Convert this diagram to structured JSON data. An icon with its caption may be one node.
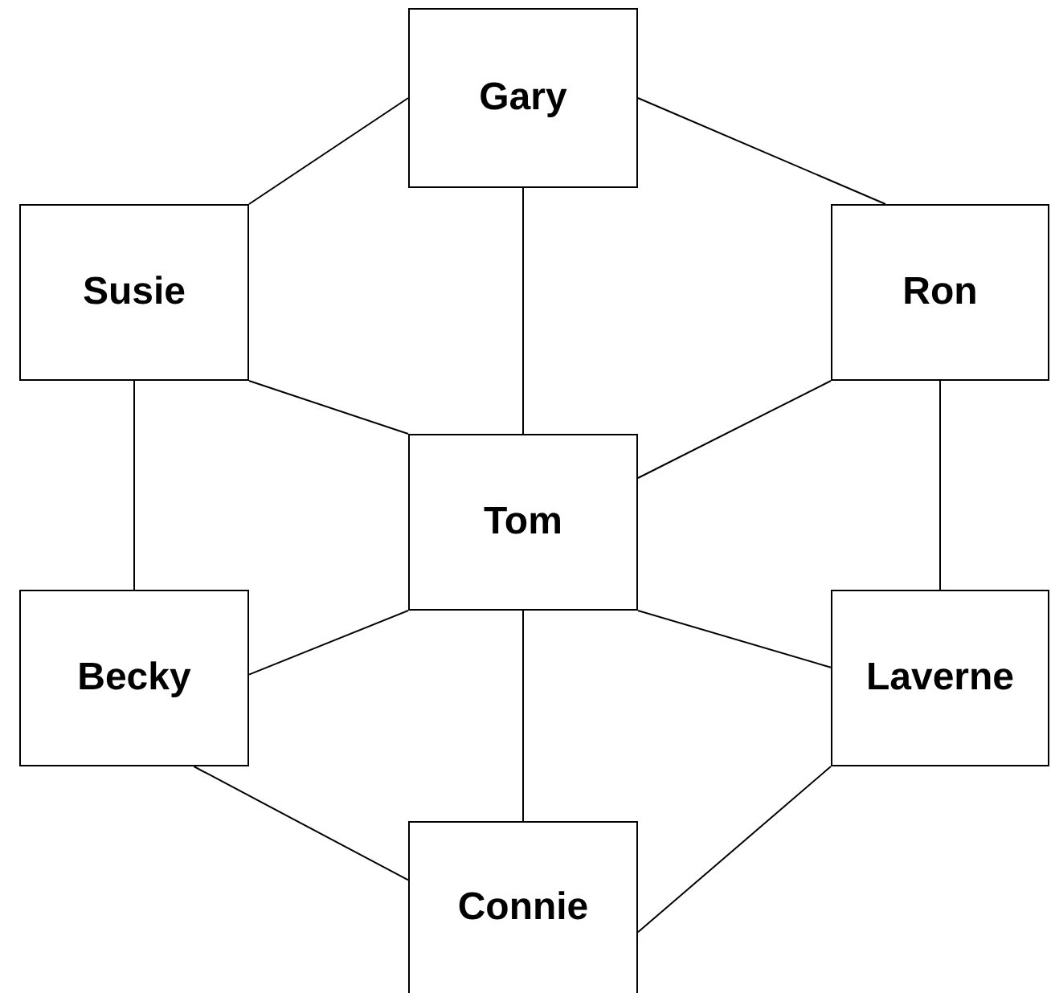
{
  "diagram": {
    "nodes": [
      {
        "text": [
          "Gary"
        ]
      },
      {
        "text": [
          "Susie"
        ]
      },
      {
        "text": [
          "Ron"
        ]
      },
      {
        "text": [
          "Tom"
        ]
      },
      {
        "text": [
          "Becky"
        ]
      },
      {
        "text": [
          "Laverne"
        ]
      },
      {
        "text": [
          "Connie"
        ]
      }
    ],
    "edges": [
      {
        "from": 0,
        "to": 1,
        "arrow": "none"
      },
      {
        "from": 0,
        "to": 2,
        "arrow": "none"
      },
      {
        "from": 0,
        "to": 3,
        "arrow": "none"
      },
      {
        "from": 1,
        "to": 3,
        "arrow": "none"
      },
      {
        "from": 2,
        "to": 3,
        "arrow": "none"
      },
      {
        "from": 1,
        "to": 4,
        "arrow": "none"
      },
      {
        "from": 2,
        "to": 5,
        "arrow": "none"
      },
      {
        "from": 3,
        "to": 4,
        "arrow": "none"
      },
      {
        "from": 3,
        "to": 5,
        "arrow": "none"
      },
      {
        "from": 3,
        "to": 6,
        "arrow": "none"
      },
      {
        "from": 4,
        "to": 6,
        "arrow": "none"
      },
      {
        "from": 5,
        "to": 6,
        "arrow": "none"
      }
    ]
  }
}
